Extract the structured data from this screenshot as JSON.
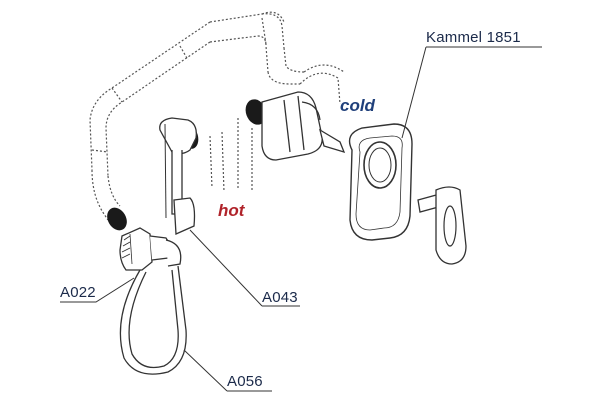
{
  "labels": {
    "kammel": "Kammel 1851",
    "a022": "A022",
    "a043": "A043",
    "a056": "A056",
    "cold": "cold",
    "hot": "hot"
  },
  "colors": {
    "line": "#333333",
    "dotted": "#555555",
    "callout_text": "#1b2a4a",
    "cold": "#1f3f7a",
    "hot": "#b0232a",
    "pipe_end": "#1a1a1a"
  }
}
